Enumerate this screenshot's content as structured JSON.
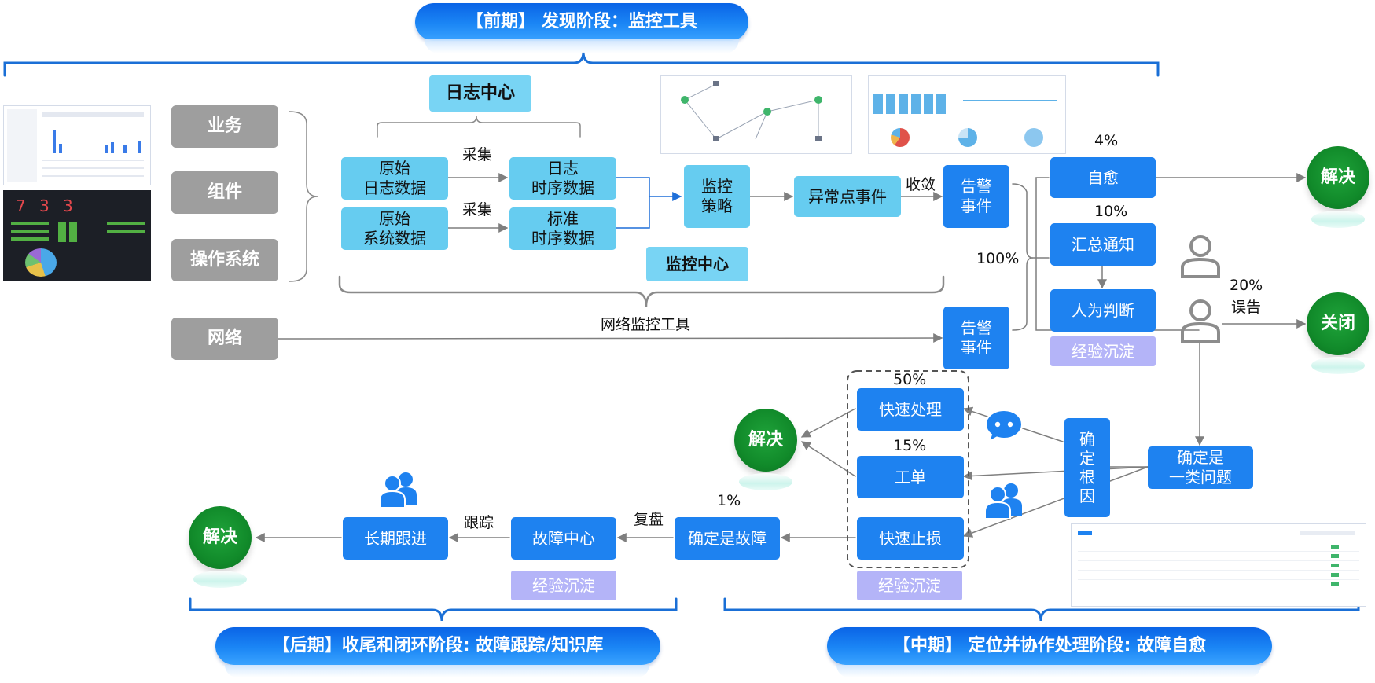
{
  "banners": {
    "early": "【前期】 发现阶段：监控工具",
    "middle": "【中期】 定位并协作处理阶段: 故障自愈",
    "late": "【后期】收尾和闭环阶段: 故障跟踪/知识库"
  },
  "sources": {
    "business": "业务",
    "component": "组件",
    "os": "操作系统",
    "network": "网络"
  },
  "log_center": {
    "title": "日志中心",
    "raw_log": "原始\n日志数据",
    "raw_sys": "原始\n系统数据",
    "log_ts": "日志\n时序数据",
    "std_ts": "标准\n时序数据",
    "collect1": "采集",
    "collect2": "采集"
  },
  "monitor_center": {
    "title": "监控中心",
    "strategy": "监控\n策略",
    "anomaly": "异常点事件",
    "converge": "收敛",
    "alert1": "告警\n事件",
    "alert2": "告警\n事件",
    "network_tool": "网络监控工具"
  },
  "dashboard": {
    "digits": [
      "7",
      "3",
      "3"
    ]
  },
  "outcomes": {
    "pct_total": "100%",
    "pct_self_heal": "4%",
    "self_heal": "自愈",
    "pct_notify": "10%",
    "notify": "汇总通知",
    "judge": "人为判断",
    "experience": "经验沉淀",
    "pct_false": "20%",
    "false_alarm": "误告",
    "resolve": "解决",
    "close": "关闭"
  },
  "middle": {
    "root_cause": "确\n定\n根\n因",
    "same_issue": "确定是\n一类问题",
    "pct_fast": "50%",
    "fast_handle": "快速处理",
    "pct_ticket": "15%",
    "ticket": "工单",
    "stop_loss": "快速止损",
    "experience": "经验沉淀",
    "resolve": "解决"
  },
  "late": {
    "pct_fault": "1%",
    "fault": "确定是故障",
    "review": "复盘",
    "fault_center": "故障中心",
    "experience": "经验沉淀",
    "track": "跟踪",
    "long_term": "长期跟进",
    "resolve": "解决"
  },
  "colors": {
    "blue": "#1e82f0",
    "cyan": "#66ccf0",
    "gray": "#9e9e9e",
    "green": "#118a2a",
    "lavender": "#b4b4f8",
    "bracket": "#1a6fd6"
  },
  "icons": [
    "chat-bubble-icon",
    "people-group-icon",
    "person-icon"
  ]
}
